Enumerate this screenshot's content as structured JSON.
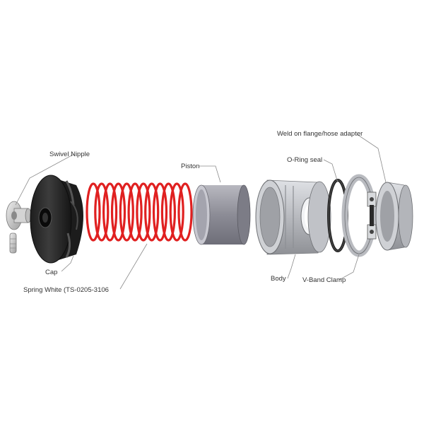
{
  "labels": {
    "swivel_nipple": "Swivel Nipple",
    "cap": "Cap",
    "spring": "Spring White (TS-0205-3106",
    "piston": "Piston",
    "body": "Body",
    "o_ring_seal": "O-Ring seal",
    "weld_flange": "Weld on flange/hose adapter",
    "v_band_clamp": "V-Band Clamp"
  },
  "colors": {
    "spring": "#e02020",
    "cap": "#2a2a2a",
    "metal": "#c4c6cb",
    "piston": "#9a9aa4"
  }
}
